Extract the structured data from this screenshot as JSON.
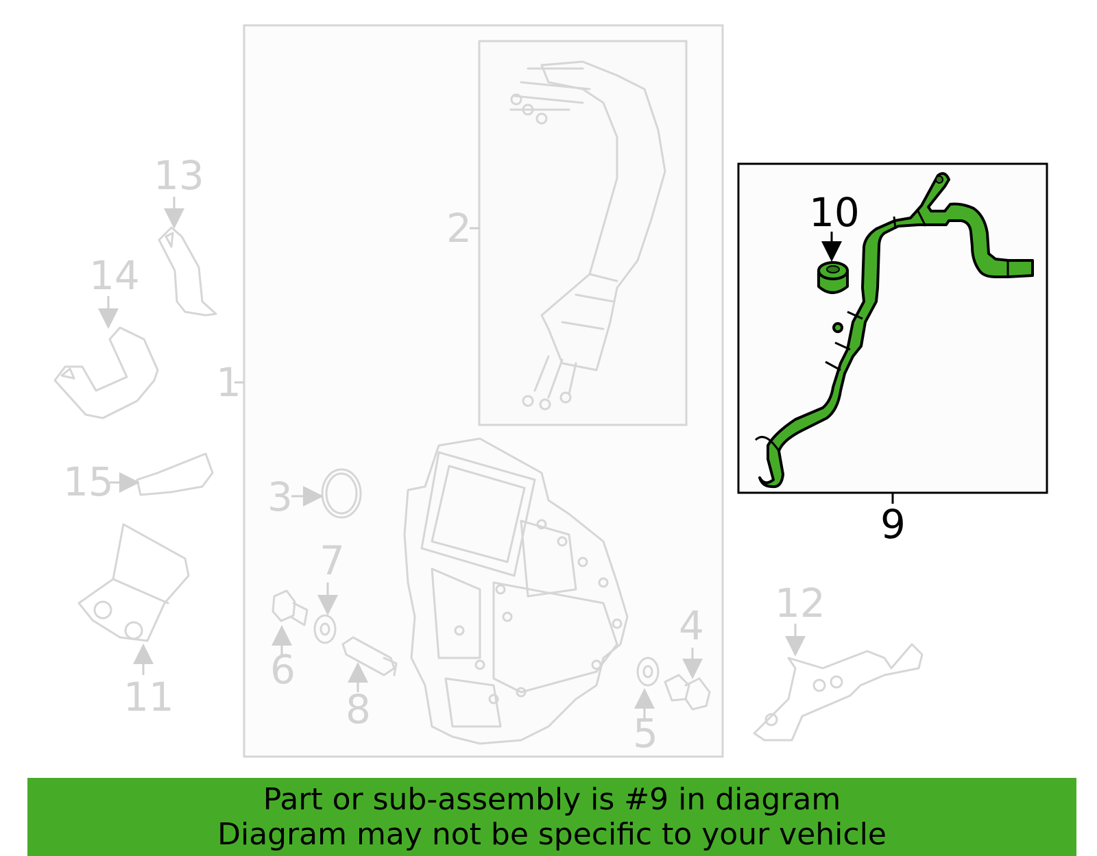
{
  "colors": {
    "highlight": "#46ac28",
    "ghost": "#d3d3d3",
    "active_text": "#000000"
  },
  "callouts": {
    "c1": "1",
    "c2": "2",
    "c3": "3",
    "c4": "4",
    "c5": "5",
    "c6": "6",
    "c7": "7",
    "c8": "8",
    "c9": "9",
    "c10": "10",
    "c11": "11",
    "c12": "12",
    "c13": "13",
    "c14": "14",
    "c15": "15"
  },
  "banner": {
    "line1": "Part or sub-assembly is #9 in diagram",
    "line2": "Diagram may not be specific to your vehicle"
  }
}
